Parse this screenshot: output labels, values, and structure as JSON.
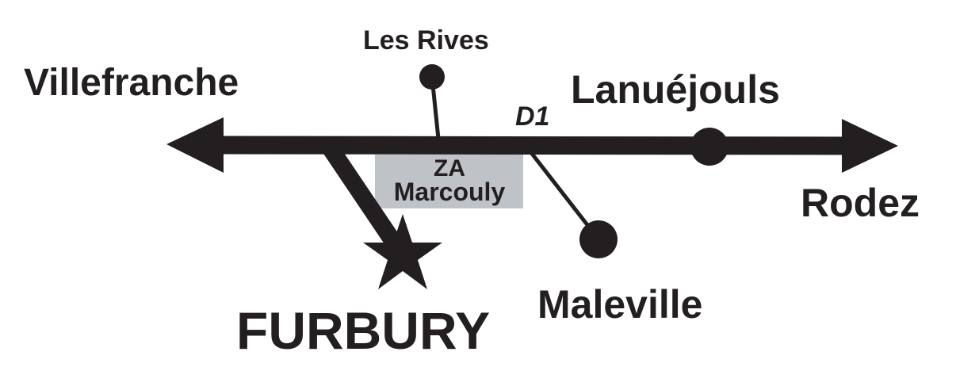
{
  "map": {
    "places": {
      "villefranche": "Villefranche",
      "les_rives": "Les Rives",
      "lanuejouls": "Lanuéjouls",
      "rodez": "Rodez",
      "maleville": "Maleville",
      "furbury": "FURBURY"
    },
    "road_label": "D1",
    "zone": {
      "line1": "ZA",
      "line2": "Marcouly"
    },
    "colors": {
      "ink": "#231f20",
      "zone_fill": "#bfc3c8"
    }
  }
}
